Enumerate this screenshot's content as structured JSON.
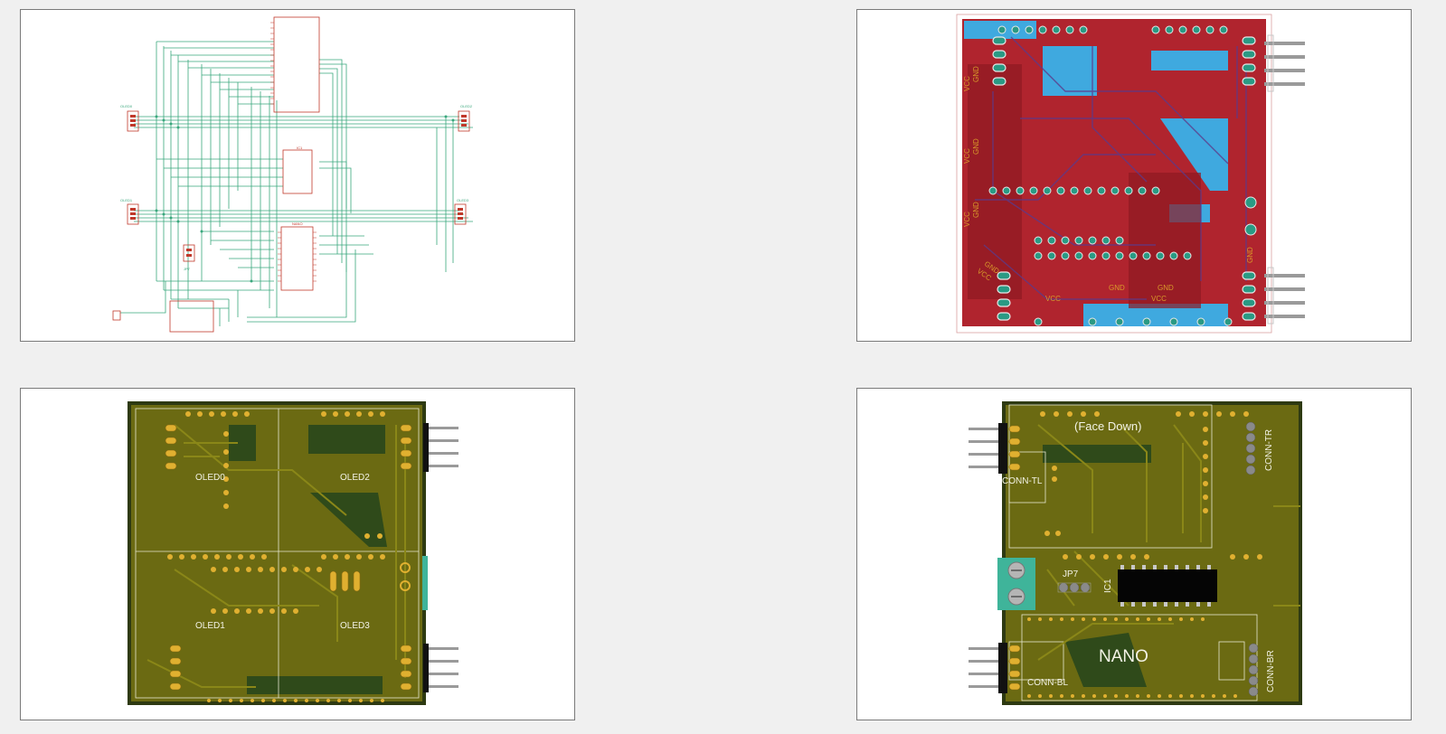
{
  "schematic": {
    "small_labels": [
      "IC1",
      "NANO",
      "JP7",
      "OLED0",
      "OLED1",
      "OLED2",
      "OLED3"
    ]
  },
  "layout": {
    "net_labels": [
      "VCC",
      "GND",
      "VCC",
      "GND",
      "VCC",
      "GND",
      "GND",
      "VCC",
      "VCC",
      "GND",
      "VCC",
      "GND",
      "GND"
    ]
  },
  "top_view": {
    "labels": {
      "oled0": "OLED0",
      "oled1": "OLED1",
      "oled2": "OLED2",
      "oled3": "OLED3"
    }
  },
  "bottom_view": {
    "labels": {
      "face_down": "(Face Down)",
      "conn_tl": "CONN-TL",
      "conn_tr": "CONN-TR",
      "conn_bl": "CONN-BL",
      "conn_br": "CONN-BR",
      "jp7": "JP7",
      "ic1": "IC1",
      "nano": "NANO"
    }
  },
  "colors": {
    "schematic_line": "#3aa77d",
    "schematic_part": "#c0392b",
    "copper_top": "#b0242e",
    "copper_bottom": "#3fa9df",
    "board": "#6b6a12",
    "pad": "#e0b030"
  }
}
